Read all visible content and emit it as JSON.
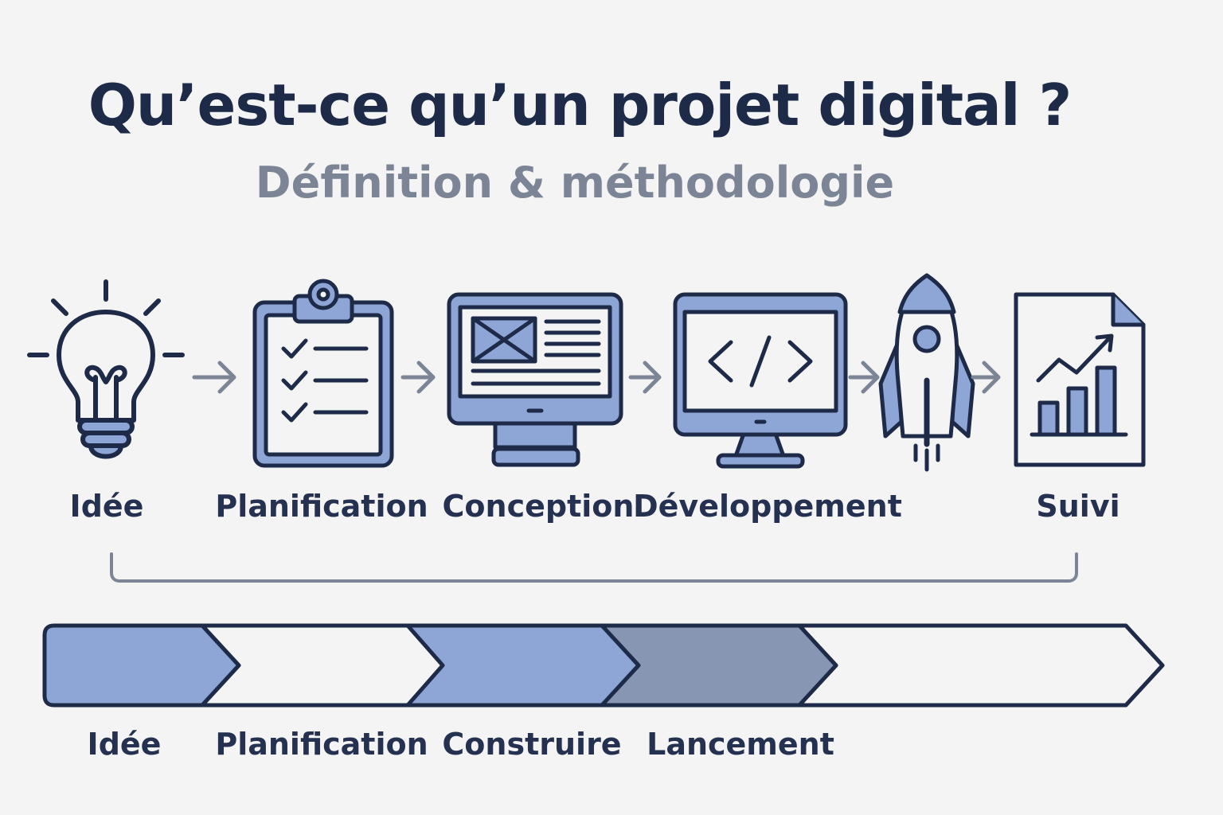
{
  "header": {
    "title": "Qu’est-ce qu’un projet digital ?",
    "subtitle": "Définition & méthodologie"
  },
  "steps": [
    {
      "label": "Idée",
      "icon": "lightbulb-icon"
    },
    {
      "label": "Planification",
      "icon": "clipboard-checklist-icon"
    },
    {
      "label": "Conception",
      "icon": "monitor-wireframe-icon"
    },
    {
      "label": "Développement",
      "icon": "monitor-code-icon"
    },
    {
      "label": "",
      "icon": "rocket-icon"
    },
    {
      "label": "Suivi",
      "icon": "growth-report-icon"
    }
  ],
  "timeline": {
    "phases": [
      "Idée",
      "Planification",
      "Construire",
      "Lancement",
      ""
    ]
  },
  "colors": {
    "ink": "#1d2a48",
    "accent": "#8ea6d6",
    "accent_dark": "#8796b2",
    "arrow": "#7b8596",
    "background": "#f4f4f4"
  }
}
